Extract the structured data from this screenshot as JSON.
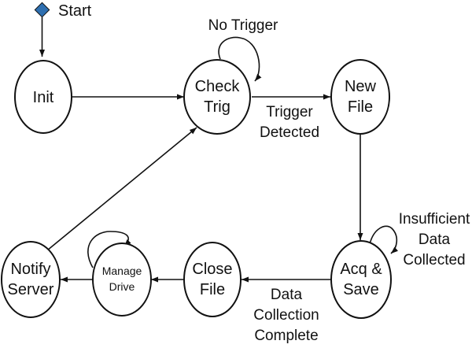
{
  "diagram": {
    "start_label": "Start",
    "colors": {
      "stroke": "#111111",
      "start_marker": "#2e6fb0"
    },
    "states": {
      "init": [
        "Init"
      ],
      "check_trig": [
        "Check",
        "Trig"
      ],
      "new_file": [
        "New",
        "File"
      ],
      "acq_save": [
        "Acq &",
        "Save"
      ],
      "close_file": [
        "Close",
        "File"
      ],
      "manage_drive": [
        "Manage",
        "Drive"
      ],
      "notify_server": [
        "Notify",
        "Server"
      ]
    },
    "transitions": {
      "no_trigger": [
        "No Trigger"
      ],
      "trigger_detected": [
        "Trigger",
        "Detected"
      ],
      "insufficient_data": [
        "Insufficient",
        "Data",
        "Collected"
      ],
      "collection_complete": [
        "Data",
        "Collection",
        "Complete"
      ]
    }
  }
}
